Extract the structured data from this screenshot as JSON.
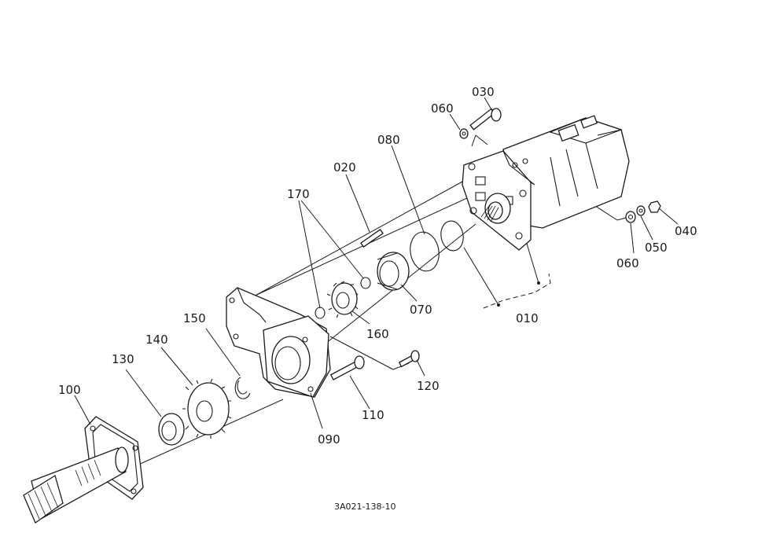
{
  "labels": {
    "p010": "010",
    "p020": "020",
    "p030": "030",
    "p040": "040",
    "p050": "050",
    "p060a": "060",
    "p060b": "060",
    "p070": "070",
    "p080": "080",
    "p090": "090",
    "p100": "100",
    "p110": "110",
    "p120": "120",
    "p130": "130",
    "p140": "140",
    "p150": "150",
    "p160": "160",
    "p170": "170"
  },
  "caption": "3A021-138-10"
}
